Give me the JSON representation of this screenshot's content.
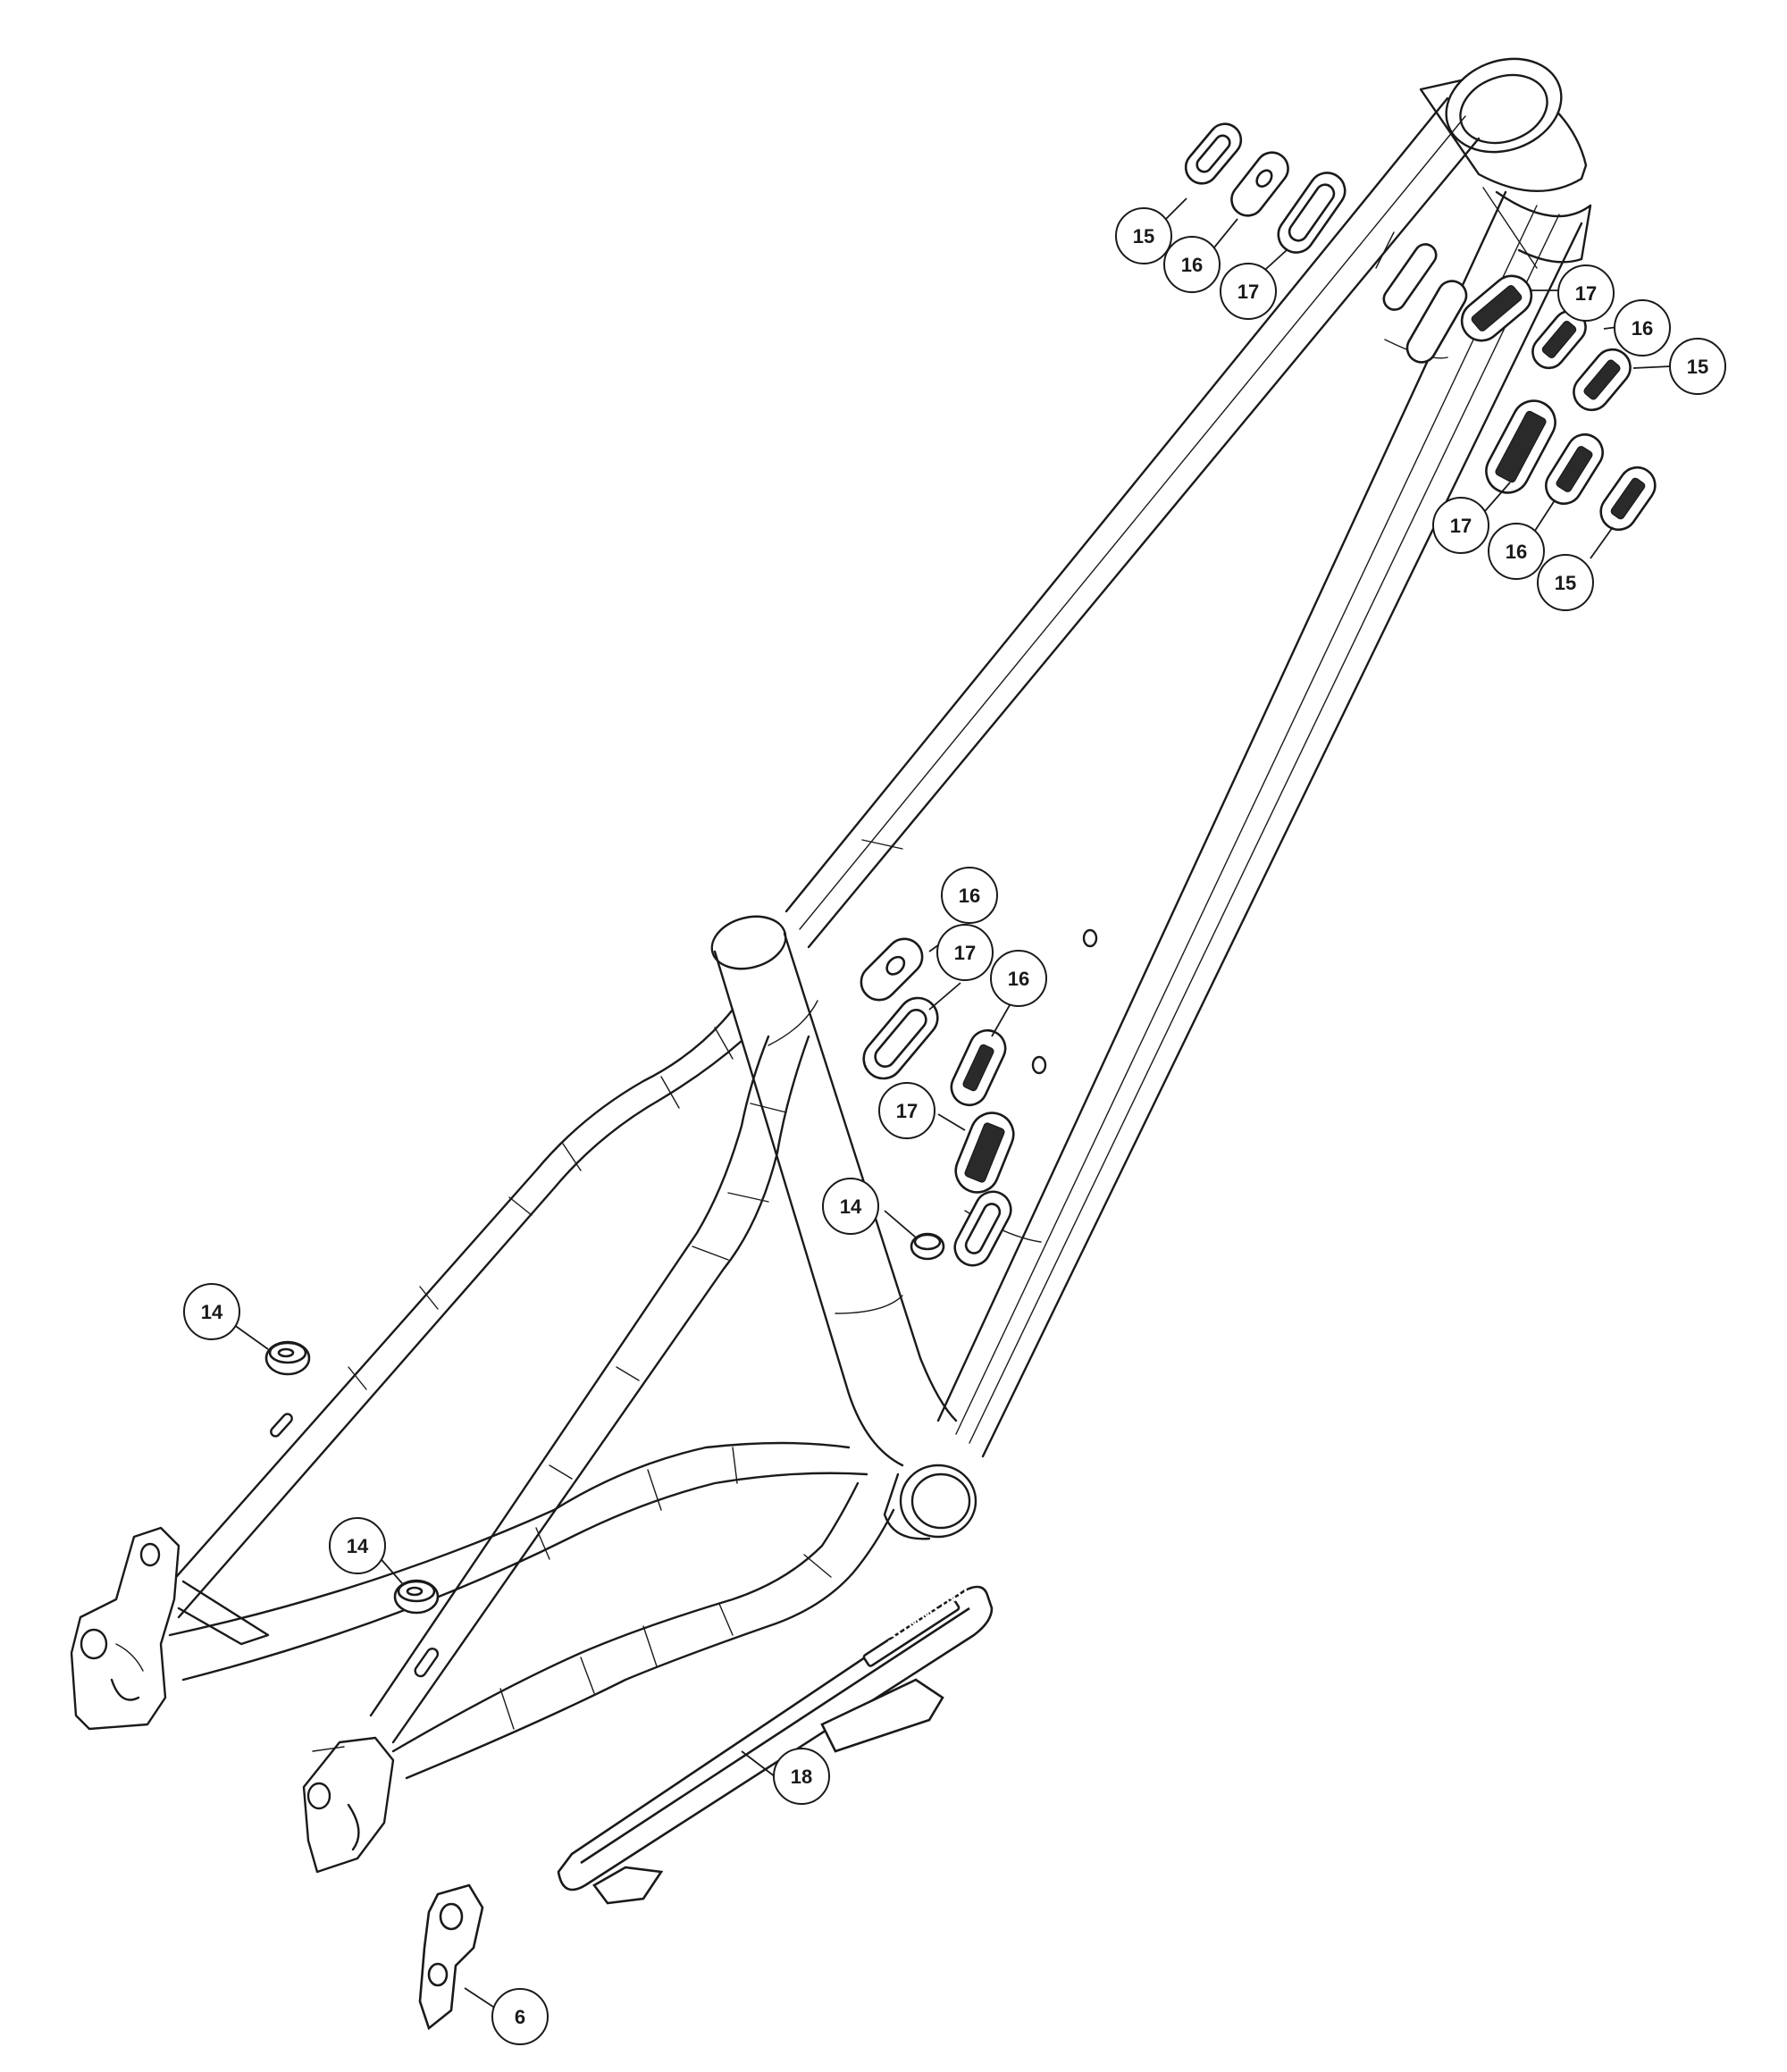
{
  "callouts": [
    {
      "id": "c15a",
      "label": "15"
    },
    {
      "id": "c16a",
      "label": "16"
    },
    {
      "id": "c17a",
      "label": "17"
    },
    {
      "id": "c17b",
      "label": "17"
    },
    {
      "id": "c16b",
      "label": "16"
    },
    {
      "id": "c15b",
      "label": "15"
    },
    {
      "id": "c17c",
      "label": "17"
    },
    {
      "id": "c16c",
      "label": "16"
    },
    {
      "id": "c15c",
      "label": "15"
    },
    {
      "id": "c16d",
      "label": "16"
    },
    {
      "id": "c17d",
      "label": "17"
    },
    {
      "id": "c16e",
      "label": "16"
    },
    {
      "id": "c17e",
      "label": "17"
    },
    {
      "id": "c14a",
      "label": "14"
    },
    {
      "id": "c14b",
      "label": "14"
    },
    {
      "id": "c14c",
      "label": "14"
    },
    {
      "id": "c18",
      "label": "18"
    },
    {
      "id": "c6",
      "label": "6"
    }
  ],
  "chainstay_guard_text": "SUMMOND"
}
